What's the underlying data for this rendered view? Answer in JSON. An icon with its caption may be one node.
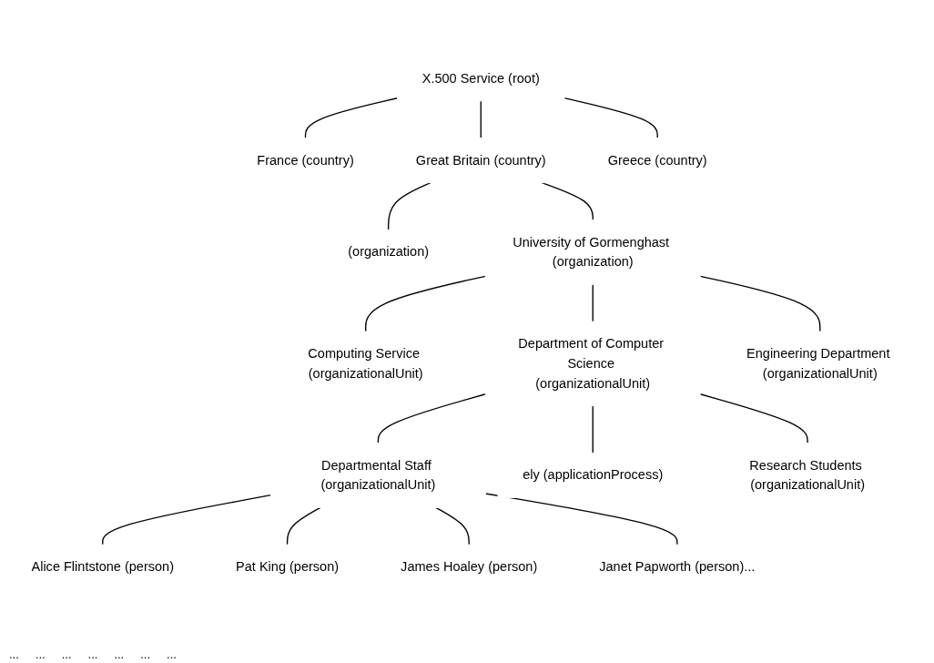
{
  "diagram": {
    "nodes": [
      {
        "text": [
          "X.500 Service (root)"
        ]
      },
      {
        "text": [
          "France (country)"
        ]
      },
      {
        "text": [
          "Great Britain (country)"
        ]
      },
      {
        "text": [
          "Greece (country)"
        ]
      },
      {
        "text": [
          "(organization)"
        ]
      },
      {
        "text": [
          "University of Gormenghast (organization)"
        ]
      },
      {
        "text": [
          "Computing Service (organizationalUnit)"
        ]
      },
      {
        "text": [
          "Department of Computer Science (organizationalUnit)"
        ]
      },
      {
        "text": [
          "Engineering Department (organizationalUnit)"
        ]
      },
      {
        "text": [
          "Departmental Staff (organizationalUnit)"
        ]
      },
      {
        "text": [
          "ely (applicationProcess)"
        ]
      },
      {
        "text": [
          "Research Students (organizationalUnit)"
        ]
      },
      {
        "text": [
          "Alice Flintstone (person)"
        ]
      },
      {
        "text": [
          "Pat King (person)"
        ]
      },
      {
        "text": [
          "James Hoaley (person)"
        ]
      },
      {
        "text": [
          "Janet Papworth (person)..."
        ]
      }
    ],
    "edges": [
      {
        "from": 0,
        "to": 1,
        "arrow": "none"
      },
      {
        "from": 0,
        "to": 2,
        "arrow": "none"
      },
      {
        "from": 0,
        "to": 3,
        "arrow": "none"
      },
      {
        "from": 2,
        "to": 4,
        "arrow": "none"
      },
      {
        "from": 2,
        "to": 5,
        "arrow": "none"
      },
      {
        "from": 5,
        "to": 6,
        "arrow": "none"
      },
      {
        "from": 5,
        "to": 7,
        "arrow": "none"
      },
      {
        "from": 5,
        "to": 8,
        "arrow": "none"
      },
      {
        "from": 7,
        "to": 9,
        "arrow": "none"
      },
      {
        "from": 7,
        "to": 10,
        "arrow": "none"
      },
      {
        "from": 7,
        "to": 11,
        "arrow": "none"
      },
      {
        "from": 9,
        "to": 12,
        "arrow": "none"
      },
      {
        "from": 9,
        "to": 13,
        "arrow": "none"
      },
      {
        "from": 9,
        "to": 14,
        "arrow": "none"
      },
      {
        "from": 9,
        "to": 15,
        "arrow": "none"
      }
    ],
    "labels": [
      "...",
      "...",
      "...",
      "...",
      "...",
      "...",
      "..."
    ]
  }
}
